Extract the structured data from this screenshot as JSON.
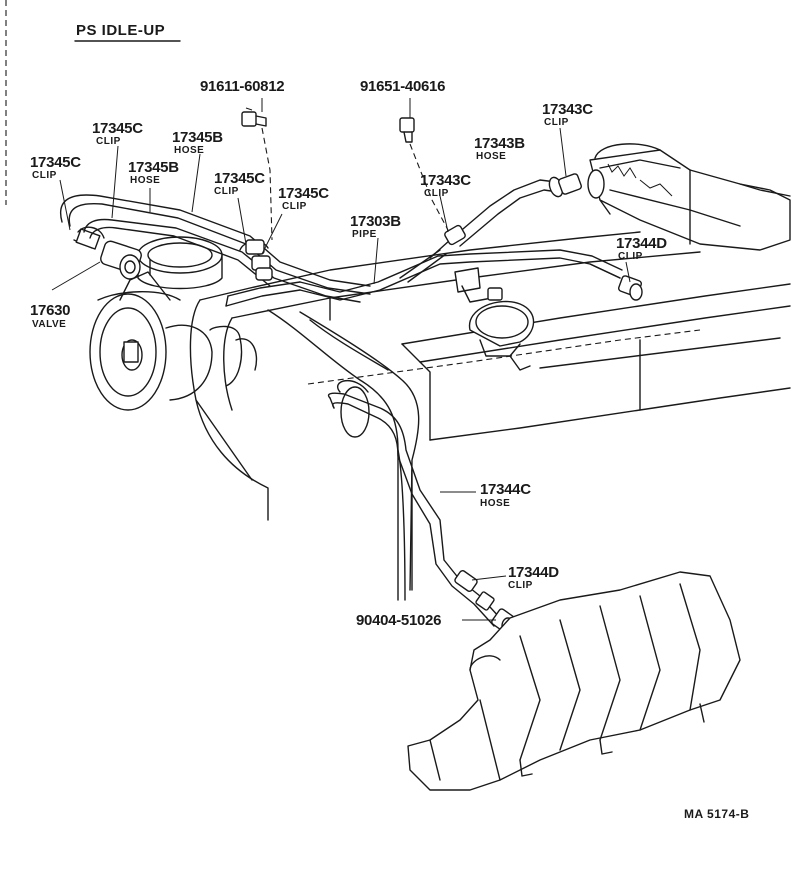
{
  "title": "PS IDLE-UP",
  "diagram_code": "MA 5174-B",
  "parts": {
    "bolt_1": {
      "number": "91611-60812"
    },
    "bolt_2": {
      "number": "91651-40616"
    },
    "clip_17343c": {
      "number": "17343C",
      "type": "CLIP"
    },
    "clip_17345c_a": {
      "number": "17345C",
      "type": "CLIP"
    },
    "hose_17345b_a": {
      "number": "17345B",
      "type": "HOSE"
    },
    "hose_17343b": {
      "number": "17343B",
      "type": "HOSE"
    },
    "clip_17345c_b": {
      "number": "17345C",
      "type": "CLIP"
    },
    "hose_17345b_b": {
      "number": "17345B",
      "type": "HOSE"
    },
    "clip_17345c_c": {
      "number": "17345C",
      "type": "CLIP"
    },
    "clip_17343c_b": {
      "number": "17343C",
      "type": "CLIP"
    },
    "clip_17345c_d": {
      "number": "17345C",
      "type": "CLIP"
    },
    "pipe_17303b": {
      "number": "17303B",
      "type": "PIPE"
    },
    "clip_17344d_a": {
      "number": "17344D",
      "type": "CLIP"
    },
    "valve_17630": {
      "number": "17630",
      "type": "VALVE"
    },
    "hose_17344c": {
      "number": "17344C",
      "type": "HOSE"
    },
    "clip_17344d_b": {
      "number": "17344D",
      "type": "CLIP"
    },
    "union_90404": {
      "number": "90404-51026"
    }
  }
}
